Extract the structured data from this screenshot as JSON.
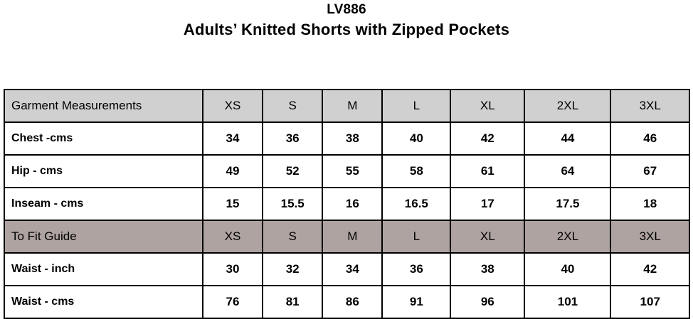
{
  "title": {
    "code": "LV886",
    "name": "Adults’ Knitted Shorts with Zipped Pockets"
  },
  "colors": {
    "section_header_grey": "#d0d0d0",
    "section_header_mauve": "#aea3a0",
    "border": "#000000",
    "cell_background": "#ffffff",
    "text": "#000000"
  },
  "chart_data": {
    "type": "table",
    "title": "LV886 Adults’ Knitted Shorts with Zipped Pockets",
    "sizes": [
      "XS",
      "S",
      "M",
      "L",
      "XL",
      "2XL",
      "3XL"
    ],
    "sections": [
      {
        "header_label": "Garment Measurements",
        "header_style": "grey",
        "rows": [
          {
            "label": "Chest -cms",
            "values": [
              "34",
              "36",
              "38",
              "40",
              "42",
              "44",
              "46"
            ]
          },
          {
            "label": "Hip - cms",
            "values": [
              "49",
              "52",
              "55",
              "58",
              "61",
              "64",
              "67"
            ]
          },
          {
            "label": "Inseam - cms",
            "values": [
              "15",
              "15.5",
              "16",
              "16.5",
              "17",
              "17.5",
              "18"
            ]
          }
        ]
      },
      {
        "header_label": "To Fit Guide",
        "header_style": "mauve",
        "rows": [
          {
            "label": "Waist - inch",
            "values": [
              "30",
              "32",
              "34",
              "36",
              "38",
              "40",
              "42"
            ]
          },
          {
            "label": "Waist - cms",
            "values": [
              "76",
              "81",
              "86",
              "91",
              "96",
              "101",
              "107"
            ]
          }
        ]
      }
    ]
  }
}
